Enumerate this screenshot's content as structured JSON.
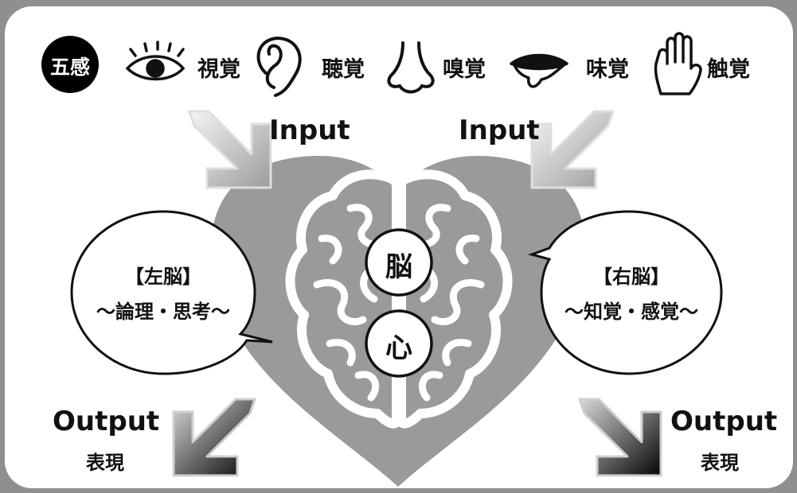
{
  "senses": {
    "badge": "五感",
    "items": [
      {
        "label": "視覚",
        "icon": "eye-icon"
      },
      {
        "label": "聴覚",
        "icon": "ear-icon"
      },
      {
        "label": "嗅覚",
        "icon": "nose-icon"
      },
      {
        "label": "味覚",
        "icon": "mouth-icon"
      },
      {
        "label": "触覚",
        "icon": "hand-icon"
      }
    ]
  },
  "input_left": "Input",
  "input_right": "Input",
  "left_bubble": {
    "title": "【左脳】",
    "subtitle": "～論理・思考～"
  },
  "right_bubble": {
    "title": "【右脳】",
    "subtitle": "～知覚・感覚～"
  },
  "center": {
    "top": "脳",
    "bottom": "心"
  },
  "output_left": {
    "label": "Output",
    "sub": "表現"
  },
  "output_right": {
    "label": "Output",
    "sub": "表現"
  },
  "colors": {
    "heart": "#9a9a9a",
    "frame": "#8f8f8f",
    "badge": "#000000",
    "card": "#ffffff"
  }
}
